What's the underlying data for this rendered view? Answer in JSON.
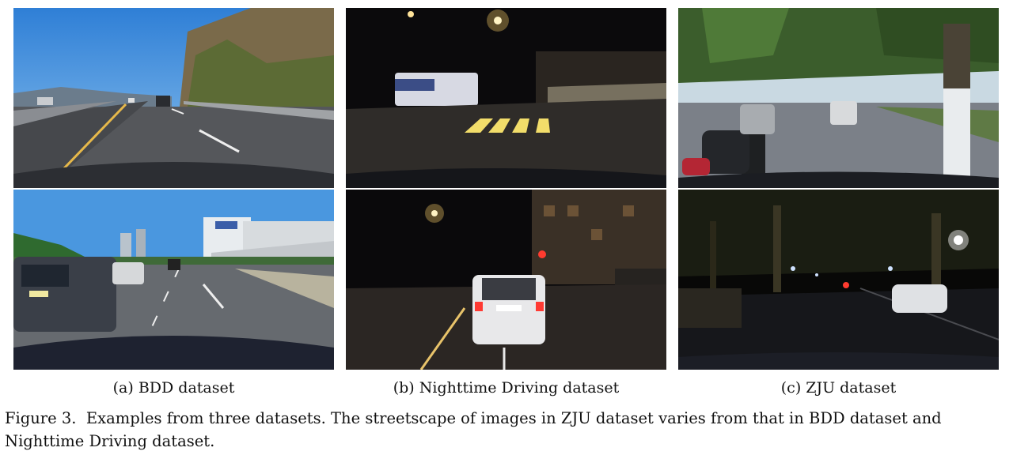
{
  "figure": {
    "subcaptions": {
      "a": "(a) BDD dataset",
      "b": "(b) Nighttime Driving dataset",
      "c": "(c) ZJU dataset"
    },
    "caption_label": "Figure 3.",
    "caption_text": "Examples from three datasets. The streetscape of images in ZJU dataset varies from that in BDD dataset and Nighttime Driving dataset."
  }
}
